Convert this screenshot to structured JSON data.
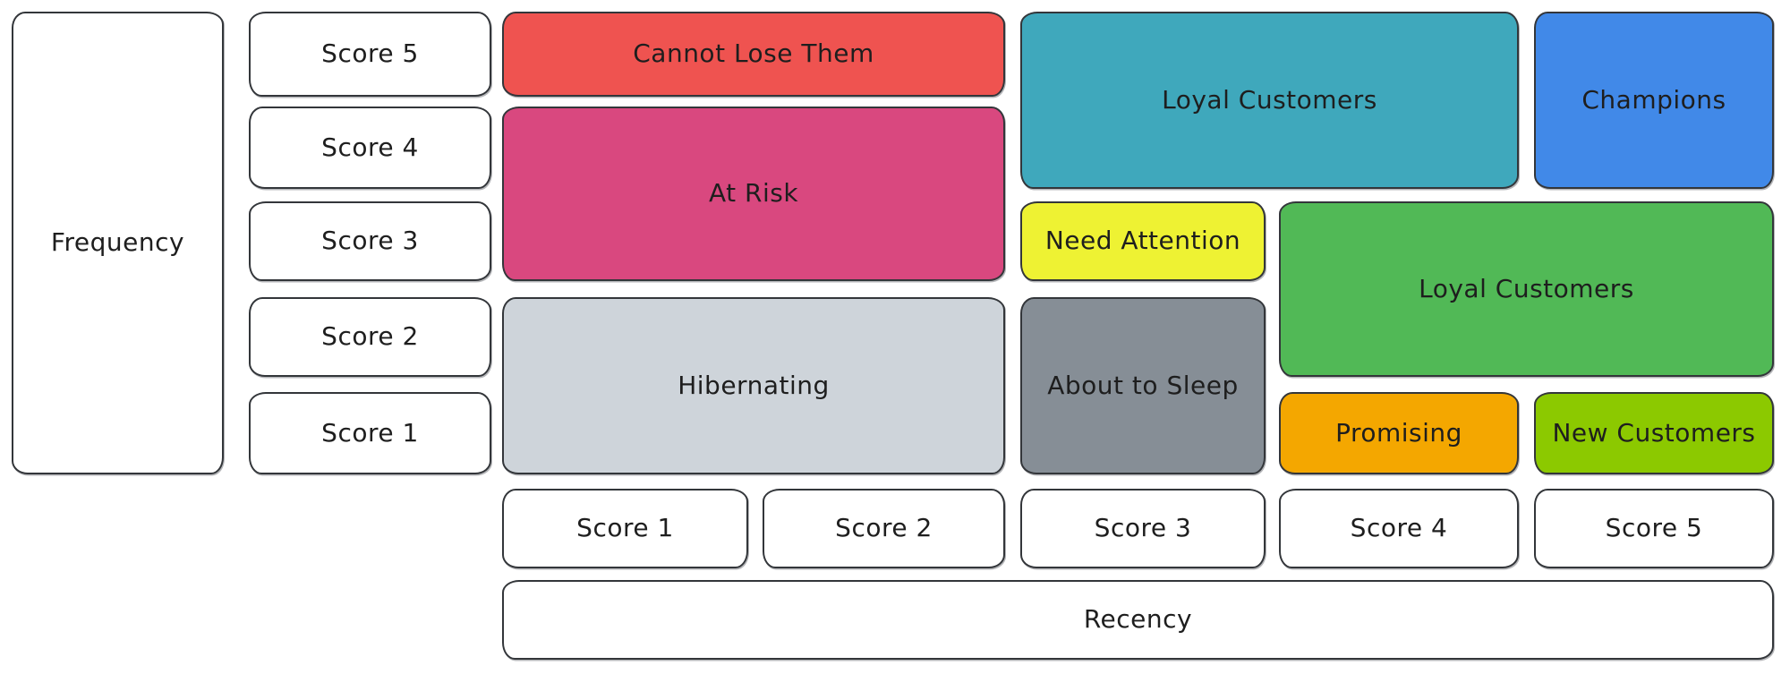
{
  "diagram": {
    "background_color": "#ffffff",
    "ink_color": "#1e1e1e",
    "frequency_axis": {
      "label": "Frequency",
      "scores": [
        "Score 5",
        "Score 4",
        "Score 3",
        "Score 2",
        "Score 1"
      ]
    },
    "recency_axis": {
      "label": "Recency",
      "scores": [
        "Score 1",
        "Score 2",
        "Score 3",
        "Score 4",
        "Score 5"
      ]
    },
    "segments": {
      "cannot_lose_them": {
        "label": "Cannot Lose Them",
        "color": "#ef5350"
      },
      "at_risk": {
        "label": "At Risk",
        "color": "#d9487f"
      },
      "hibernating": {
        "label": "Hibernating",
        "color": "#ced4da"
      },
      "loyal_customers_top": {
        "label": "Loyal Customers",
        "color": "#3fa8bc"
      },
      "champions": {
        "label": "Champions",
        "color": "#4189e8"
      },
      "need_attention": {
        "label": "Need Attention",
        "color": "#eef233"
      },
      "about_to_sleep": {
        "label": "About to Sleep",
        "color": "#868e96"
      },
      "loyal_customers_right": {
        "label": "Loyal Customers",
        "color": "#51b956"
      },
      "promising": {
        "label": "Promising",
        "color": "#f4a700"
      },
      "new_customers": {
        "label": "New Customers",
        "color": "#8cc900"
      }
    }
  }
}
